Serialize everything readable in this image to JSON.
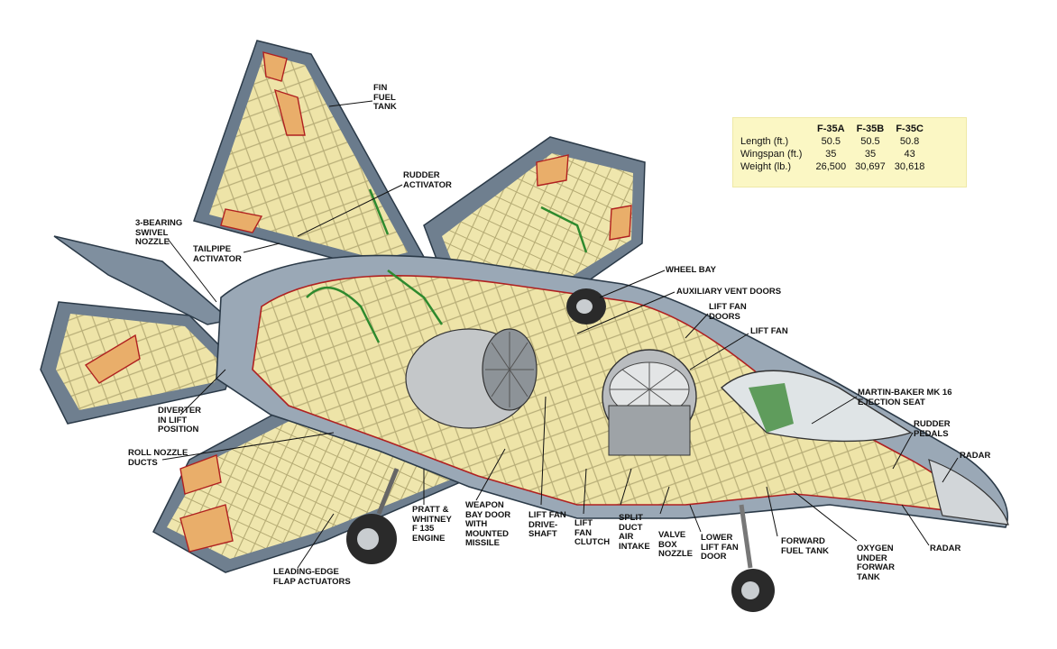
{
  "spec_table": {
    "columns": [
      "",
      "F-35A",
      "F-35B",
      "F-35C"
    ],
    "rows": [
      [
        "Length (ft.)",
        "50.5",
        "50.5",
        "50.8"
      ],
      [
        "Wingspan (ft.)",
        "35",
        "35",
        "43"
      ],
      [
        "Weight (lb.)",
        "26,500",
        "30,697",
        "30,618"
      ]
    ]
  },
  "callouts": {
    "fin_fuel_tank": [
      "FIN",
      "FUEL",
      "TANK"
    ],
    "rudder_activator": [
      "RUDDER",
      "ACTIVATOR"
    ],
    "swivel_nozzle": [
      "3-BEARING",
      "SWIVEL",
      "NOZZLE"
    ],
    "tailpipe_activator": [
      "TAILPIPE",
      "ACTIVATOR"
    ],
    "wheel_bay": [
      "WHEEL BAY"
    ],
    "auxiliary_vent_doors": [
      "AUXILIARY VENT DOORS"
    ],
    "lift_fan_doors": [
      "LIFT FAN",
      "DOORS"
    ],
    "lift_fan": [
      "LIFT FAN"
    ],
    "ejection_seat": [
      "MARTIN-BAKER MK 16",
      "EJECTION SEAT"
    ],
    "rudder_pedals": [
      "RUDDER",
      "PEDALS"
    ],
    "radar_upper": [
      "RADAR"
    ],
    "radar_lower": [
      "RADAR"
    ],
    "diverter": [
      "DIVERTER",
      "IN LIFT",
      "POSITION"
    ],
    "roll_nozzle_ducts": [
      "ROLL NOZZLE",
      "DUCTS"
    ],
    "pratt_whitney": [
      "PRATT &",
      "WHITNEY",
      "F 135",
      "ENGINE"
    ],
    "weapon_bay_door": [
      "WEAPON",
      "BAY DOOR",
      "WITH",
      "MOUNTED",
      "MISSILE"
    ],
    "lift_fan_driveshaft": [
      "LIFT FAN",
      "DRIVE-",
      "SHAFT"
    ],
    "lift_fan_clutch": [
      "LIFT",
      "FAN",
      "CLUTCH"
    ],
    "split_duct": [
      "SPLIT",
      "DUCT",
      "AIR",
      "INTAKE"
    ],
    "valve_box_nozzle": [
      "VALVE",
      "BOX",
      "NOZZLE"
    ],
    "lower_lift_fan_door": [
      "LOWER",
      "LIFT FAN",
      "DOOR"
    ],
    "forward_fuel_tank": [
      "FORWARD",
      "FUEL TANK"
    ],
    "oxygen": [
      "OXYGEN",
      "UNDER",
      "FORWAR",
      "TANK"
    ],
    "leading_edge": [
      "LEADING-EDGE",
      "FLAP ACTUATORS"
    ]
  }
}
